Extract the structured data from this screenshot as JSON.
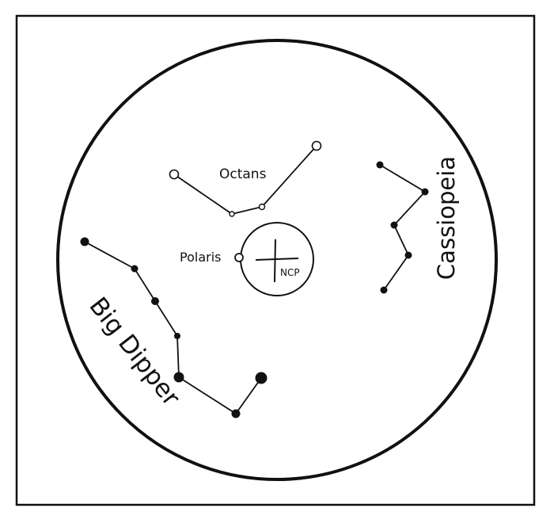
{
  "colors": {
    "ink": "#111111",
    "background": "#ffffff"
  },
  "labels": {
    "octans": "Octans",
    "polaris": "Polaris",
    "ncp": "NCP",
    "cassiopeia": "Cassiopeia",
    "big_dipper": "Big Dipper"
  },
  "constellations": [
    {
      "name": "Octans",
      "star_style": "open"
    },
    {
      "name": "Cassiopeia",
      "star_style": "filled"
    },
    {
      "name": "Big Dipper",
      "star_style": "filled"
    }
  ]
}
